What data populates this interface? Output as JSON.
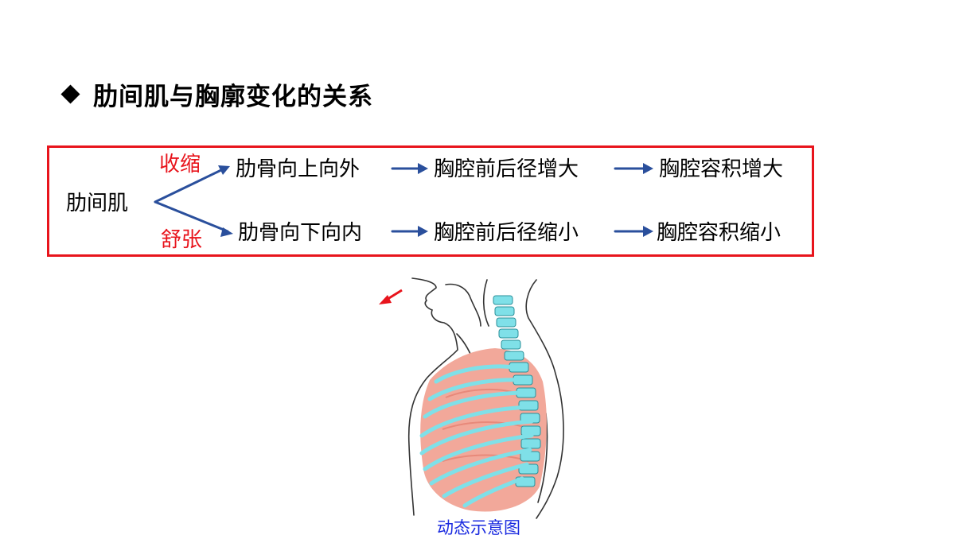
{
  "title": "肋间肌与胸廓变化的关系",
  "diagram": {
    "source": "肋间肌",
    "branches": [
      {
        "label": "收缩",
        "steps": [
          "肋骨向上向外",
          "胸腔前后径增大",
          "胸腔容积增大"
        ]
      },
      {
        "label": "舒张",
        "steps": [
          "肋骨向下向内",
          "胸腔前后径缩小",
          "胸腔容积缩小"
        ]
      }
    ]
  },
  "caption": "动态示意图",
  "colors": {
    "frame": "#e8141c",
    "label_red": "#e8141c",
    "arrow": "#2a4f9c",
    "caption": "#1c2ce0",
    "rib": "#7fe0e8",
    "lung": "#f2a89a"
  }
}
